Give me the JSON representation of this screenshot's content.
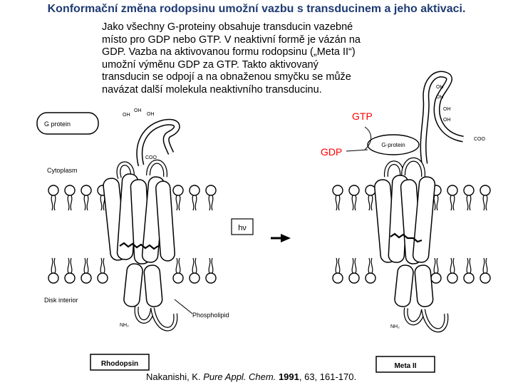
{
  "title": "Konformační změna rodopsinu umožní vazbu s transducinem a jeho aktivaci.",
  "paragraph": [
    "Jako všechny G-proteiny obsahuje transducin vazebné",
    "místo pro GDP nebo GTP. V neaktivní formě je vázán na",
    "GDP. Vazba na aktivovanou formu rodopsinu („Meta II“)",
    "umožní výměnu GDP za GTP. Takto aktivovaný",
    "transducin se odpojí a na obnaženou smyčku se může",
    "navázat další molekula neaktivního transducinu."
  ],
  "labels": {
    "gtp": "GTP",
    "gdp": "GDP",
    "g_protein_left": "G protein",
    "g_protein_right": "G-protein",
    "cytoplasm": "Cytoplasm",
    "disk_interior": "Disk interior",
    "phospholipid": "Phospholipid",
    "hv": "hν",
    "rhodopsin": "Rhodopsin",
    "meta_ii": "Meta II",
    "oh": "OH",
    "coo": "COO",
    "nh2": "NH₂"
  },
  "citation": {
    "authors": "Nakanishi, K. ",
    "journal": "Pure Appl. Chem.",
    "year": " 1991",
    "rest": ", 63, 161-170."
  },
  "colors": {
    "title": "#1f3b73",
    "highlight": "#ff0000"
  }
}
